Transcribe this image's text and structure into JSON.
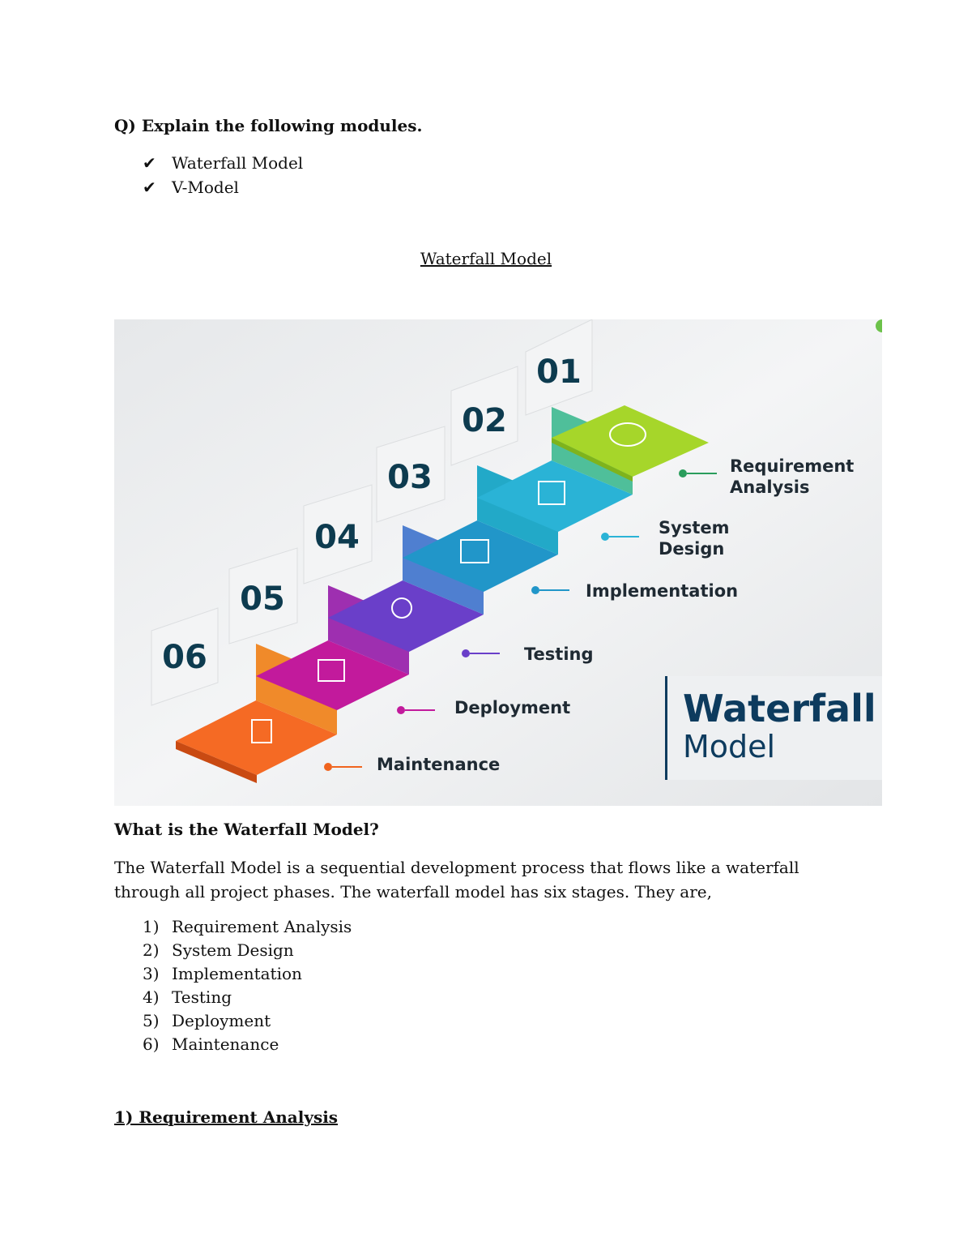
{
  "question": "Q) Explain the following modules.",
  "checklist": [
    {
      "icon": "check-mark-icon",
      "glyph": "✔",
      "label": "Waterfall Model"
    },
    {
      "icon": "check-mark-icon",
      "glyph": "✔",
      "label": "V-Model"
    }
  ],
  "section_title": "Waterfall Model",
  "figure": {
    "step_numbers": [
      "01",
      "02",
      "03",
      "04",
      "05",
      "06"
    ],
    "stages": [
      {
        "line1": "Requirement",
        "line2": "Analysis",
        "color": "#a6d62a"
      },
      {
        "line1": "System",
        "line2": "Design",
        "color": "#2ab3d6"
      },
      {
        "line1": "Implementation",
        "line2": "",
        "color": "#2196c9"
      },
      {
        "line1": "Testing",
        "line2": "",
        "color": "#6a3fc9"
      },
      {
        "line1": "Deployment",
        "line2": "",
        "color": "#c21a9c"
      },
      {
        "line1": "Maintenance",
        "line2": "",
        "color": "#f0641e"
      }
    ],
    "brand_line1": "Waterfall",
    "brand_line2": "Model",
    "brand_color": "#0d3b5e"
  },
  "what_heading": "What is the Waterfall Model?",
  "paragraph": "The Waterfall Model is a sequential development process that flows like a waterfall through all project phases. The waterfall model has six stages. They are,",
  "stages_list": [
    {
      "num": "1)",
      "label": "Requirement Analysis"
    },
    {
      "num": "2)",
      "label": "System Design"
    },
    {
      "num": "3)",
      "label": "Implementation"
    },
    {
      "num": "4)",
      "label": "Testing"
    },
    {
      "num": "5)",
      "label": "Deployment"
    },
    {
      "num": "6)",
      "label": "Maintenance"
    }
  ],
  "next_heading": "1) Requirement Analysis"
}
